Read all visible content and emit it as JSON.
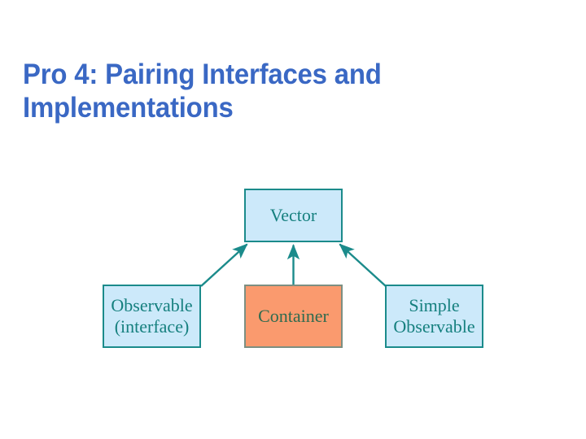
{
  "slide": {
    "title": "Pro 4: Pairing Interfaces and Implementations",
    "title_color": "#3a68c4",
    "background_color": "#ffffff"
  },
  "diagram": {
    "type": "class-hierarchy",
    "nodes": [
      {
        "id": "vector",
        "label": "Vector",
        "fill": "#cce9fa",
        "stroke": "#1b8b8b",
        "text_color": "#16807f"
      },
      {
        "id": "observable",
        "label": "Observable\n(interface)",
        "line1": "Observable",
        "line2": "(interface)",
        "fill": "#cce9fa",
        "stroke": "#1b8b8b",
        "text_color": "#16807f"
      },
      {
        "id": "container",
        "label": "Container",
        "fill": "#fa9a6e",
        "stroke": "#7c8f82",
        "text_color": "#2f6b4f"
      },
      {
        "id": "simple-observable",
        "label": "Simple\nObservable",
        "line1": "Simple",
        "line2": "Observable",
        "fill": "#cce9fa",
        "stroke": "#1b8b8b",
        "text_color": "#16807f"
      }
    ],
    "edges": [
      {
        "id": "observable-to-vector",
        "from": "observable",
        "to": "vector",
        "color": "#1b8b8b",
        "arrowhead": "to"
      },
      {
        "id": "container-to-vector",
        "from": "container",
        "to": "vector",
        "color": "#1b8b8b",
        "arrowhead": "to"
      },
      {
        "id": "simple-observable-to-vector",
        "from": "simple-observable",
        "to": "vector",
        "color": "#1b8b8b",
        "arrowhead": "to"
      }
    ]
  }
}
